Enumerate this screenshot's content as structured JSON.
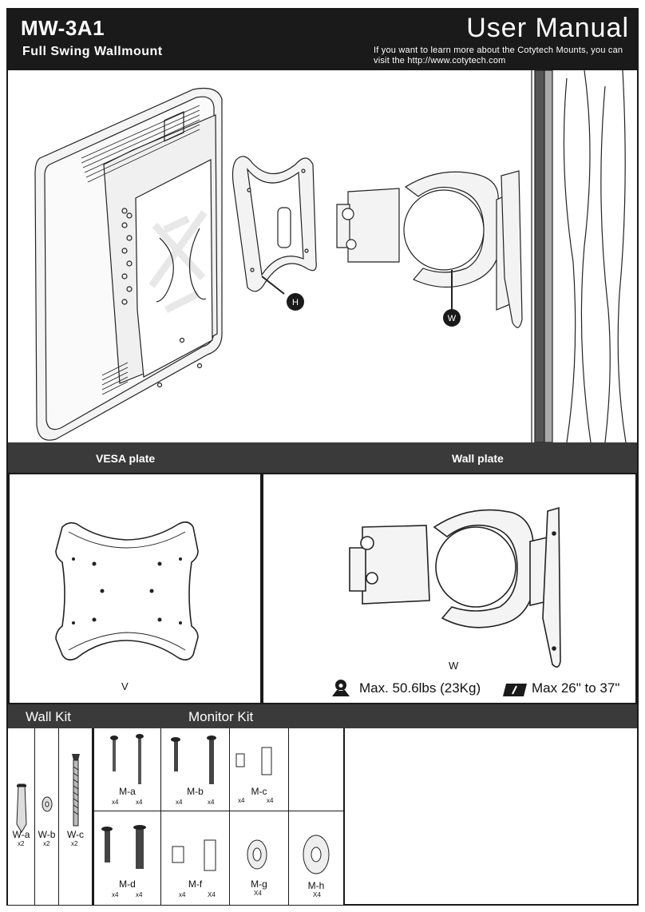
{
  "header": {
    "model": "MW-3A1",
    "subtitle": "Full Swing Wallmount",
    "manual_title": "User Manual",
    "learn_more_line1": "If you want to learn more about the Cotytech Mounts, you can",
    "learn_more_line2": "visit the http://www.cotytech.com"
  },
  "hero": {
    "callout_h": "H",
    "callout_w": "W"
  },
  "sections": {
    "vesa_plate": "VESA plate",
    "wall_plate": "Wall plate",
    "wall_kit": "Wall Kit",
    "monitor_kit": "Monitor Kit"
  },
  "vesa_panel": {
    "label": "V"
  },
  "wall_panel": {
    "label": "W",
    "max_weight": "Max. 50.6lbs (23Kg)",
    "max_size": "Max 26\" to 37\""
  },
  "wall_kit": [
    {
      "label": "W-a",
      "qty": "x2"
    },
    {
      "label": "W-b",
      "qty": "x2"
    },
    {
      "label": "W-c",
      "qty": "x2"
    }
  ],
  "monitor_kit": [
    {
      "label": "M-a",
      "qty1": "x4",
      "qty2": "x4"
    },
    {
      "label": "M-b",
      "qty1": "x4",
      "qty2": "x4"
    },
    {
      "label": "M-c",
      "qty1": "x4",
      "qty2": "x4"
    },
    {
      "label": "M-d",
      "qty1": "x4",
      "qty2": "x4"
    },
    {
      "label": "M-f",
      "qty1": "x4",
      "qty2": "X4"
    },
    {
      "label": "M-g",
      "qty1": "X4"
    },
    {
      "label": "M-h",
      "qty1": "X4"
    }
  ],
  "colors": {
    "dark": "#1a1a1a",
    "bar": "#3a3a3a",
    "paper": "#ffffff"
  },
  "icons": [
    "weight-icon",
    "screen-size-icon"
  ]
}
